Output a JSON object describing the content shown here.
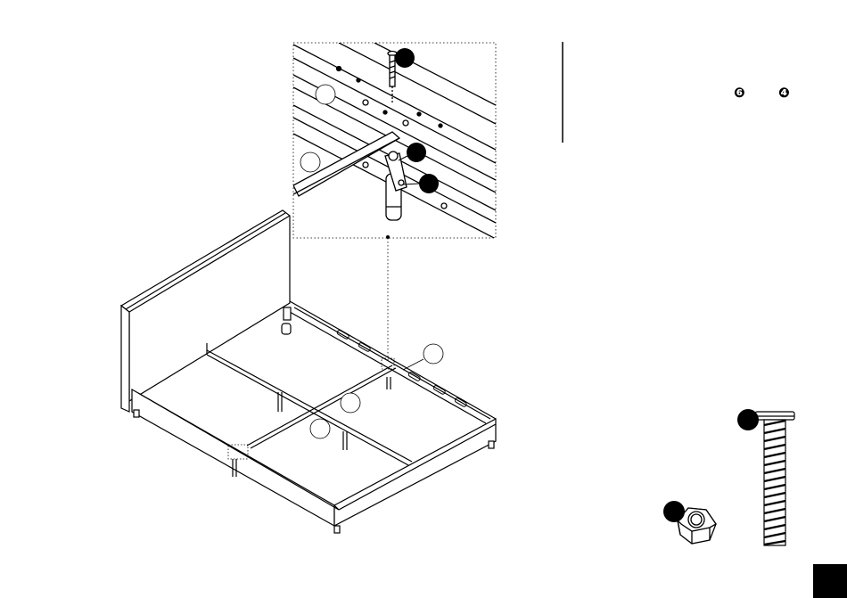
{
  "instruction_refs": {
    "part_a": "❻",
    "part_b": "❹"
  },
  "colors": {
    "line": "#000000",
    "callout_fill": "#000000",
    "background": "#ffffff"
  },
  "icons": {
    "bolt": "bolt-icon",
    "nut": "nut-icon",
    "bed": "bed-frame-illustration"
  }
}
